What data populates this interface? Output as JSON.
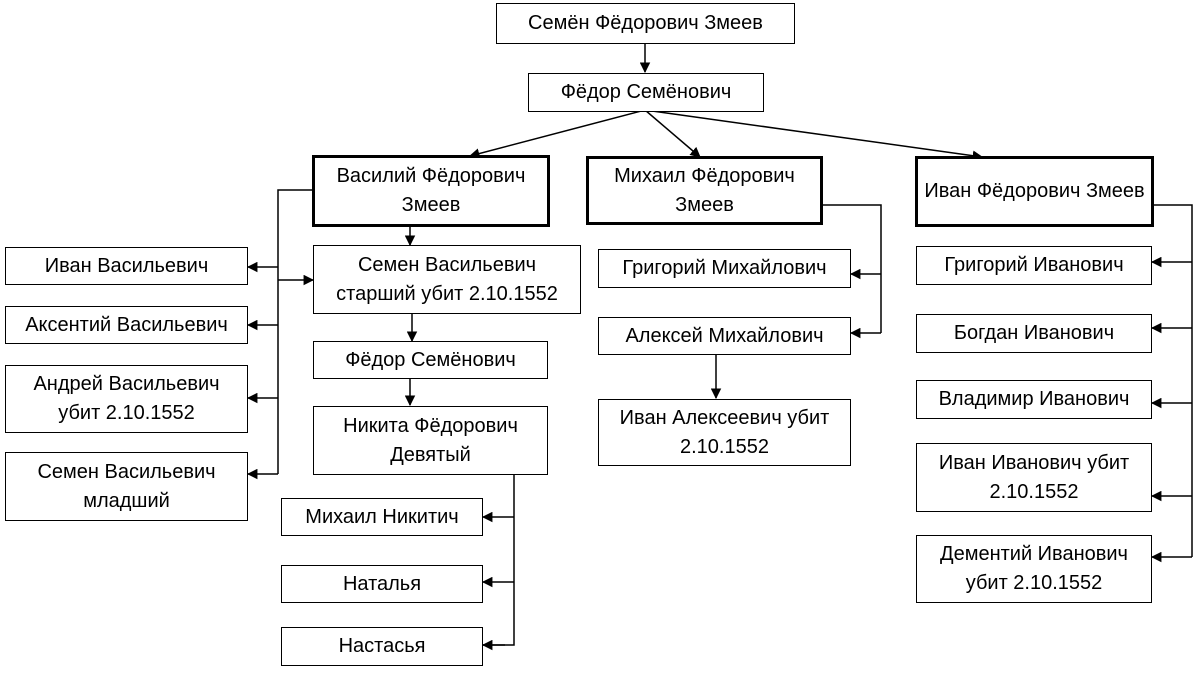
{
  "nodes": {
    "semyon_fyodorovich": "Семён Фёдорович Змеев",
    "fyodor_semyonovich_top": "Фёдор Семёнович",
    "vasily": "Василий Фёдорович Змеев",
    "mikhail": "Михаил Фёдорович Змеев",
    "ivan_f": "Иван Фёдорович Змеев",
    "ivan_vasilievich": "Иван Васильевич",
    "aksenty": "Аксентий Васильевич",
    "andrey": "Андрей Васильевич убит 2.10.1552",
    "semen_mladshy": "Семен Васильевич младший",
    "semen_starshy": "Семен Васильевич старший убит 2.10.1552",
    "fyodor_semyonovich": "Фёдор Семёнович",
    "nikita": "Никита Фёдорович Девятый",
    "mikhail_nikitich": "Михаил Никитич",
    "natalya": "Наталья",
    "nastasya": "Настасья",
    "grigory_m": "Григорий Михайлович",
    "aleksey_m": "Алексей Михайлович",
    "ivan_alekseevich": "Иван Алексеевич убит 2.10.1552",
    "grigory_i": "Григорий Иванович",
    "bogdan": "Богдан Иванович",
    "vladimir": "Владимир Иванович",
    "ivan_ivanovich": "Иван Иванович убит 2.10.1552",
    "dementy": "Дементий Иванович убит 2.10.1552"
  }
}
